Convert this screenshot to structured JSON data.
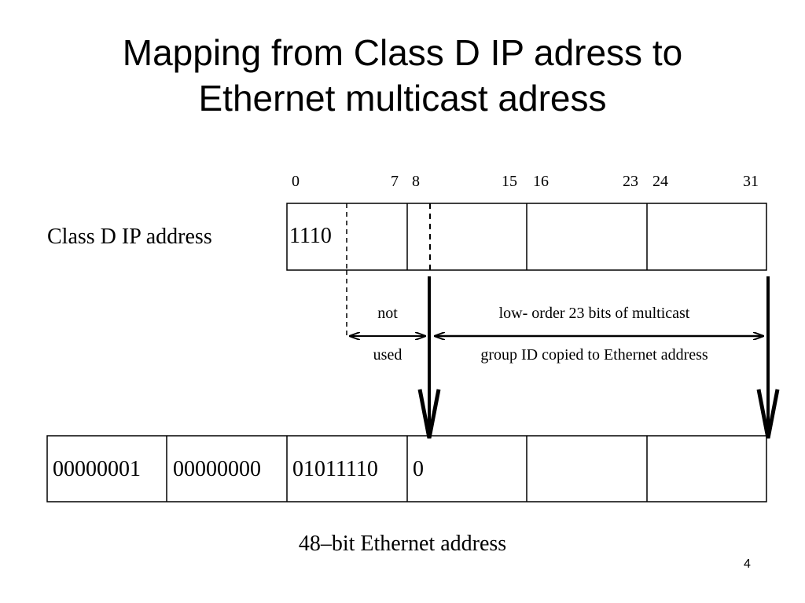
{
  "title": {
    "line1": "Mapping from Class D IP adress to",
    "line2": "Ethernet multicast adress"
  },
  "ip_address": {
    "label": "Class D IP address",
    "prefix": "1110",
    "bit_labels": [
      "0",
      "7",
      "8",
      "15",
      "16",
      "23",
      "24",
      "31"
    ]
  },
  "annotations": {
    "not_used_top": "not",
    "not_used_bottom": "used",
    "copied_top": "low- order 23 bits of multicast",
    "copied_bottom": "group ID copied to Ethernet address"
  },
  "ethernet_address": {
    "label": "48–bit Ethernet address",
    "byte1": "00000001",
    "byte2": "00000000",
    "byte3": "01011110",
    "bit24": "0"
  },
  "page_number": "4",
  "colors": {
    "stroke": "#000000",
    "background": "#ffffff"
  }
}
